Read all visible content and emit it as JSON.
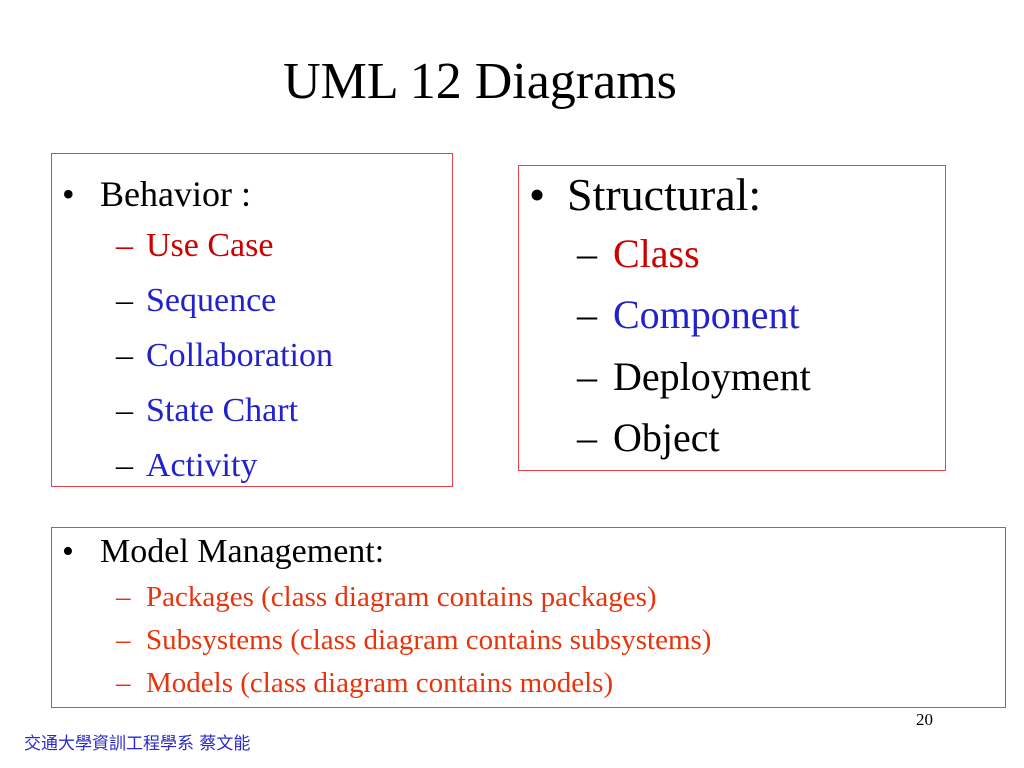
{
  "title": "UML 12 Diagrams",
  "bullet_symbol": "•",
  "dash_symbol": "–",
  "behavior": {
    "heading": "Behavior :",
    "items": [
      "Use Case",
      "Sequence",
      "Collaboration",
      "State Chart",
      "Activity"
    ]
  },
  "structural": {
    "heading": "Structural:",
    "items": [
      "Class",
      "Component",
      "Deployment",
      "Object"
    ]
  },
  "model_management": {
    "heading": "Model Management:",
    "items": [
      "Packages (class diagram contains packages)",
      "Subsystems (class diagram contains subsystems)",
      "Models (class diagram contains models)"
    ]
  },
  "page_number": "20",
  "footer": "交通大學資訓工程學系 蔡文能",
  "colors": {
    "border": "#e8434a",
    "red": "#cc0000",
    "blue": "#2222cc",
    "orange": "#e8340c",
    "footer": "#2a2acc"
  }
}
